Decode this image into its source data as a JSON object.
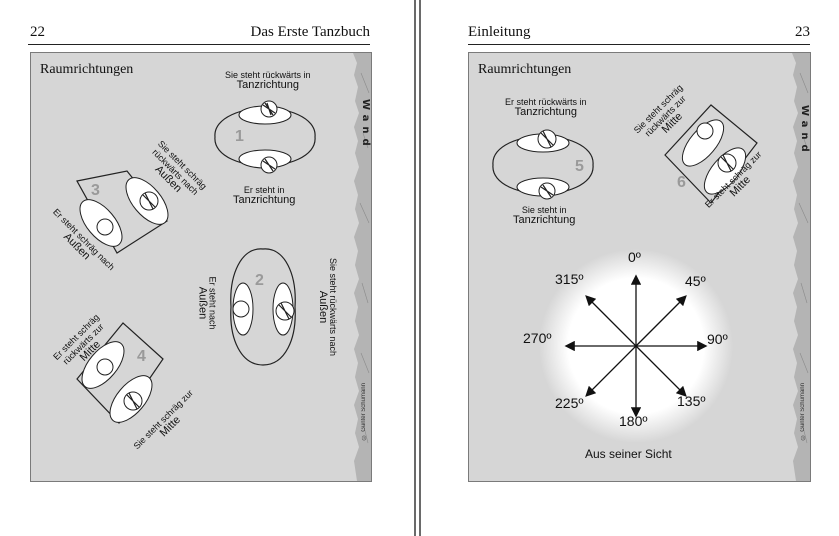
{
  "left_page": {
    "page_number": "22",
    "running_title": "Das Erste Tanzbuch",
    "panel_title": "Raumrichtungen",
    "wall_label": "Wand",
    "copyright": "© Günter Schumann",
    "figures": [
      {
        "number": "1",
        "top_label": [
          "Sie steht rückwärts in",
          "Tanzrichtung"
        ],
        "bottom_label": [
          "Er steht in",
          "Tanzrichtung"
        ]
      },
      {
        "number": "2",
        "label_a": [
          "Sie steht rückwärts nach",
          "Außen"
        ],
        "label_b": [
          "Er steht nach",
          "Außen"
        ]
      },
      {
        "number": "3",
        "label_a": [
          "Sie steht schräg",
          "rückwärts nach",
          "Außen"
        ],
        "label_b": [
          "Er steht schräg nach",
          "Außen"
        ]
      },
      {
        "number": "4",
        "label_a": [
          "Er steht schräg",
          "rückwärts zur",
          "Mitte"
        ],
        "label_b": [
          "Sie steht schräg zur",
          "Mitte"
        ]
      }
    ]
  },
  "right_page": {
    "chapter_title": "Einleitung",
    "page_number": "23",
    "panel_title": "Raumrichtungen",
    "wall_label": "Wand",
    "copyright": "© Günter Schumann",
    "figures": [
      {
        "number": "5",
        "top_label": [
          "Er steht rückwärts in",
          "Tanzrichtung"
        ],
        "bottom_label": [
          "Sie steht in",
          "Tanzrichtung"
        ]
      },
      {
        "number": "6",
        "label_a": [
          "Sie steht schräg",
          "rückwärts zur",
          "Mitte"
        ],
        "label_b": [
          "Er steht schräg zur",
          "Mitte"
        ]
      }
    ],
    "compass": {
      "directions": [
        "0º",
        "45º",
        "90º",
        "135º",
        "180º",
        "225º",
        "270º",
        "315º"
      ],
      "caption": "Aus seiner Sicht"
    }
  }
}
